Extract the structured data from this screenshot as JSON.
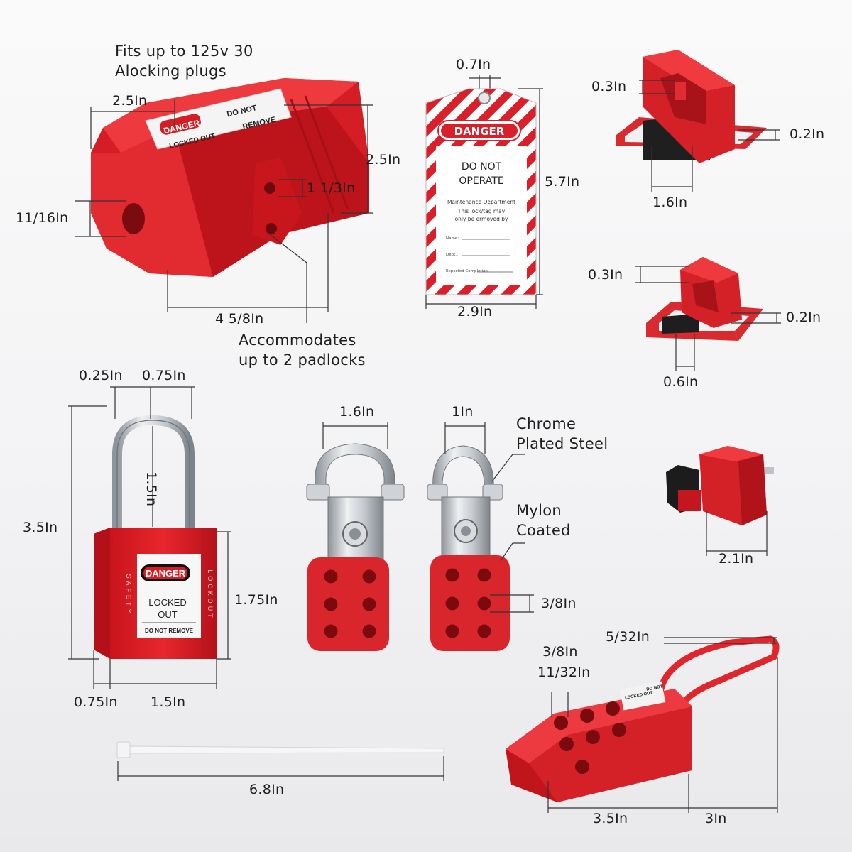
{
  "plug_lockout": {
    "fits_note_line1": "Fits up to 125v 30",
    "fits_note_line2": "Alocking plugs",
    "width_top": "2.5In",
    "height_right": "2.5In",
    "hole_diameter": "11/16In",
    "hole_spacing": "1 1/3In",
    "length_bottom": "4 5/8In",
    "padlock_note_line1": "Accommodates",
    "padlock_note_line2": "up to 2 padlocks",
    "label_danger": "DANGER",
    "label_locked_out": "LOCKED OUT",
    "label_do_not": "DO NOT",
    "label_remove": "REMOVE"
  },
  "danger_tag": {
    "hole": "0.7In",
    "height": "5.7In",
    "width": "2.9In",
    "header": "DANGER",
    "line1": "DO NOT",
    "line2": "OPERATE",
    "dept_line": "Maintenance Department",
    "note1": "This lock/tag may",
    "note2": "only be ermoved by",
    "field1": "Name:",
    "field2": "Dept.:",
    "field3": "Expected Completion:"
  },
  "breaker_lock_1": {
    "top": "0.3In",
    "side": "0.2In",
    "bottom": "1.6In"
  },
  "breaker_lock_2": {
    "top": "0.3In",
    "side": "0.2In",
    "bottom": "0.6In"
  },
  "padlock": {
    "shackle_diameter": "0.25In",
    "shackle_width": "0.75In",
    "shackle_height": "1.5In",
    "total_height": "3.5In",
    "body_height": "1.75In",
    "body_depth": "0.75In",
    "body_width": "1.5In",
    "label_danger": "DANGER",
    "label_locked": "LOCKED",
    "label_out": "OUT",
    "label_remove": "DO NOT REMOVE",
    "side_left": "SAFETY",
    "side_right": "LOCKOUT"
  },
  "hasps": {
    "large_jaw": "1.6In",
    "small_jaw": "1In",
    "material_line1": "Chrome",
    "material_line2": "Plated Steel",
    "coating_line1": "Mylon",
    "coating_line2": "Coated",
    "hole_size": "3/8In"
  },
  "breaker_lock_3": {
    "width": "2.1In"
  },
  "cable_tie": {
    "length": "6.8In"
  },
  "nylon_hasp": {
    "wire": "5/32In",
    "hole_large": "3/8In",
    "hole_small": "11/32In",
    "body_length": "3.5In",
    "loop_length": "3In",
    "label_a": "LOCKED OUT",
    "label_b": "DO NOT"
  }
}
